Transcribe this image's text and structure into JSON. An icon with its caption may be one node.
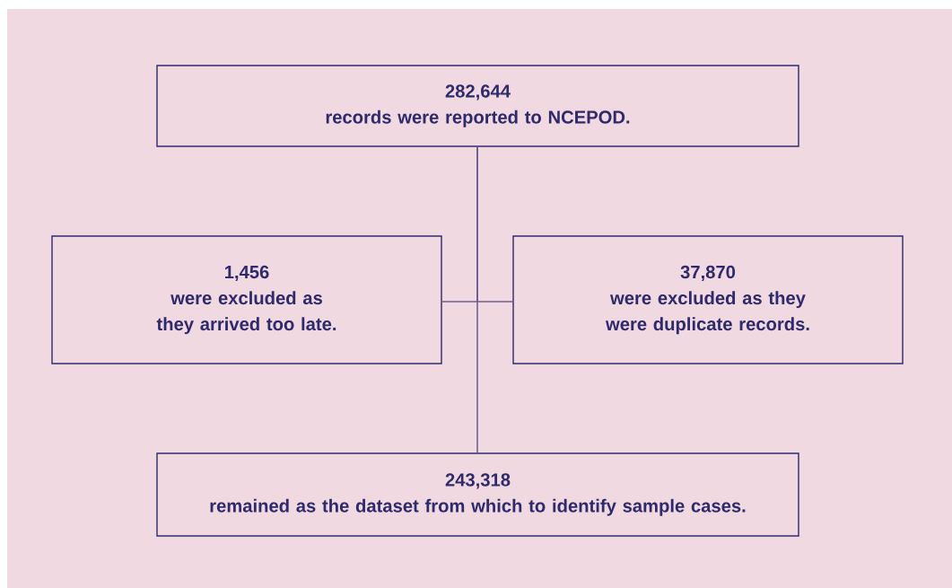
{
  "diagram": {
    "nodes": [
      {
        "text": [
          "282,644",
          "records were reported to NCEPOD."
        ]
      },
      {
        "text": [
          "1,456",
          "were excluded as they arrived too late."
        ]
      },
      {
        "text": [
          "37,870",
          "were excluded as they were duplicate records."
        ]
      },
      {
        "text": [
          "243,318",
          "remained as the dataset from which to identify sample cases."
        ]
      }
    ],
    "edges": [
      {
        "from": 0,
        "to": 1,
        "arrow": "none"
      },
      {
        "from": 0,
        "to": 2,
        "arrow": "none"
      },
      {
        "from": 0,
        "to": 3,
        "arrow": "none"
      }
    ]
  }
}
